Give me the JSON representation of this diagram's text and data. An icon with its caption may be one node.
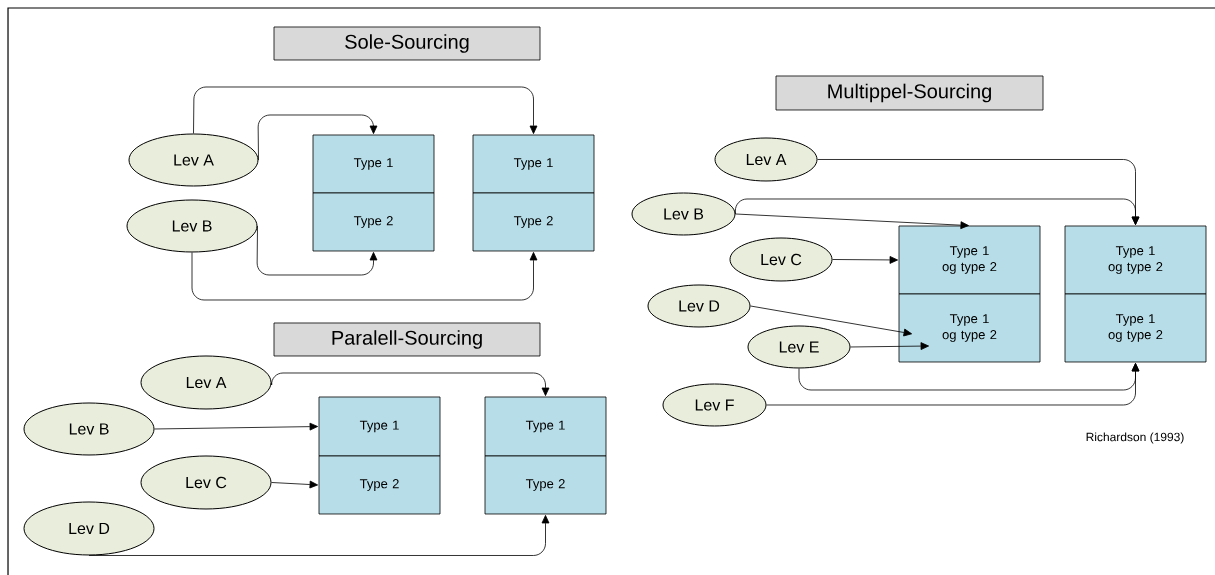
{
  "diagram": {
    "nodes": [
      {
        "text": [
          "Sole-Sourcing"
        ]
      },
      {
        "text": [
          "Lev A"
        ]
      },
      {
        "text": [
          "Lev B"
        ]
      },
      {
        "text": [
          "Type 1"
        ]
      },
      {
        "text": [
          "Type 2"
        ]
      },
      {
        "text": [
          "Type 1"
        ]
      },
      {
        "text": [
          "Type 2"
        ]
      },
      {
        "text": [
          "Paralell-Sourcing"
        ]
      },
      {
        "text": [
          "Lev A"
        ]
      },
      {
        "text": [
          "Lev B"
        ]
      },
      {
        "text": [
          "Lev C"
        ]
      },
      {
        "text": [
          "Lev D"
        ]
      },
      {
        "text": [
          "Type 1"
        ]
      },
      {
        "text": [
          "Type 2"
        ]
      },
      {
        "text": [
          "Type 1"
        ]
      },
      {
        "text": [
          "Type 2"
        ]
      },
      {
        "text": [
          "Multippel-Sourcing"
        ]
      },
      {
        "text": [
          "Lev A"
        ]
      },
      {
        "text": [
          "Lev B"
        ]
      },
      {
        "text": [
          "Lev C"
        ]
      },
      {
        "text": [
          "Lev D"
        ]
      },
      {
        "text": [
          "Lev E"
        ]
      },
      {
        "text": [
          "Lev F"
        ]
      },
      {
        "text": [
          "Type 1 og type 2"
        ]
      },
      {
        "text": [
          "Type 1 og type 2"
        ]
      },
      {
        "text": [
          "Type 1 og type 2"
        ]
      },
      {
        "text": [
          "Type 1 og type 2"
        ]
      }
    ],
    "edges": [
      {
        "from": 1,
        "to": 3,
        "arrow": "to"
      },
      {
        "from": 1,
        "to": 5,
        "arrow": "to"
      },
      {
        "from": 2,
        "to": 4,
        "arrow": "to"
      },
      {
        "from": 2,
        "to": 6,
        "arrow": "to"
      },
      {
        "from": 8,
        "to": 14,
        "arrow": "to"
      },
      {
        "from": 9,
        "to": 12,
        "arrow": "to"
      },
      {
        "from": 10,
        "to": 13,
        "arrow": "to"
      },
      {
        "from": 11,
        "to": 15,
        "arrow": "to"
      },
      {
        "from": 17,
        "to": 25,
        "arrow": "to"
      },
      {
        "from": 18,
        "to": 25,
        "arrow": "to"
      },
      {
        "from": 18,
        "to": 23,
        "arrow": "to"
      },
      {
        "from": 19,
        "to": 23,
        "arrow": "to"
      },
      {
        "from": 20,
        "to": 24,
        "arrow": "to"
      },
      {
        "from": 21,
        "to": 24,
        "arrow": "to"
      },
      {
        "from": 21,
        "to": 26,
        "arrow": "to"
      },
      {
        "from": 22,
        "to": 26,
        "arrow": "to"
      }
    ],
    "labels": [
      "Richardson (1993)"
    ]
  }
}
